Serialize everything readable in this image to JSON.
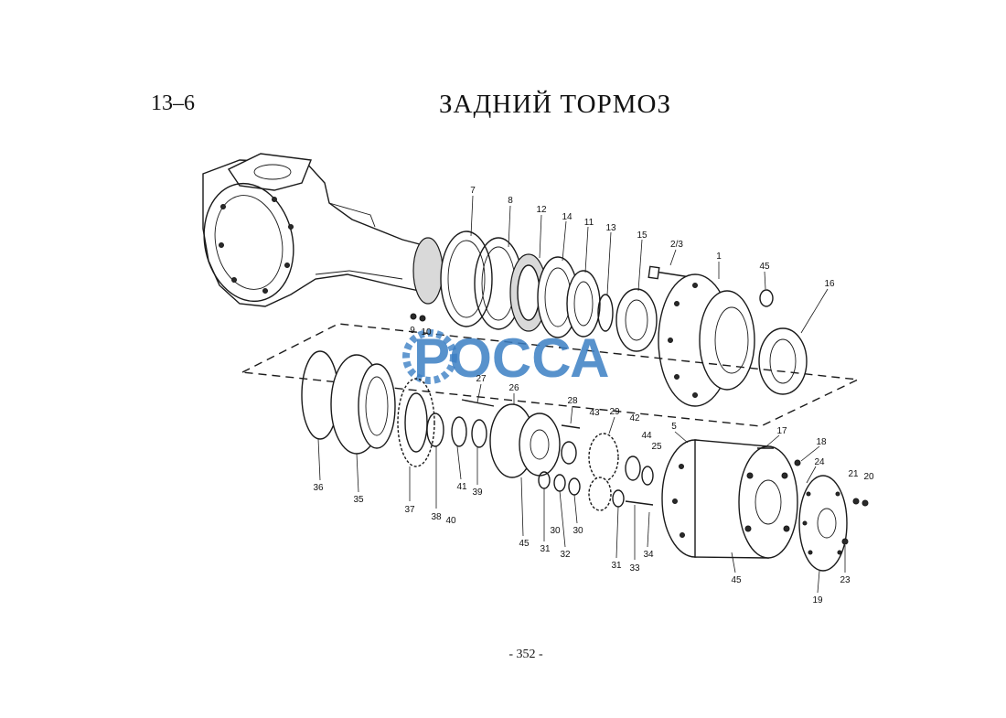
{
  "header": {
    "section_number": "13–6",
    "title": "ЗАДНИЙ   ТОРМОЗ"
  },
  "footer": {
    "page_number": "- 352 -"
  },
  "watermark": {
    "text": "РОССА",
    "color": "#3c7fc4"
  },
  "callouts": [
    "7",
    "8",
    "12",
    "14",
    "11",
    "13",
    "15",
    "2/3",
    "1",
    "45",
    "16",
    "9",
    "10",
    "27",
    "26",
    "28",
    "43",
    "29",
    "42",
    "44",
    "25",
    "5",
    "17",
    "18",
    "24",
    "21",
    "20",
    "36",
    "35",
    "37",
    "38",
    "40",
    "41",
    "39",
    "45",
    "31",
    "32",
    "30",
    "30",
    "31",
    "33",
    "34",
    "45",
    "19",
    "23"
  ]
}
